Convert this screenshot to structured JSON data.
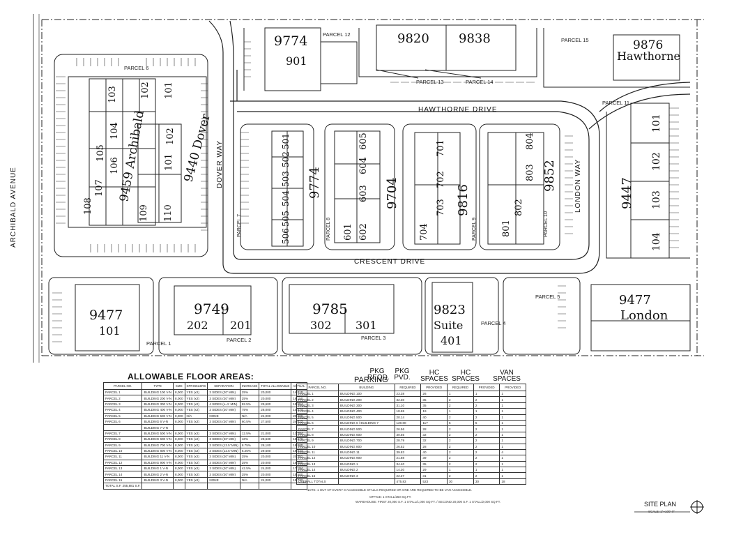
{
  "streets": {
    "archibald": "ARCHIBALD AVENUE",
    "hawthorne": "HAWTHORNE DRIVE",
    "crescent": "CRESCENT DRIVE",
    "dover": "DOVER WAY",
    "london": "LONDON WAY"
  },
  "parcels": {
    "p1": "PARCEL 1",
    "p2": "PARCEL 2",
    "p3": "PARCEL 3",
    "p4": "PARCEL 4",
    "p5": "PARCEL 5",
    "p6": "PARCEL 6",
    "p7": "PARCEL 7",
    "p8": "PARCEL 8",
    "p9": "PARCEL 9",
    "p10": "PARCEL 10",
    "p11": "PARCEL 11",
    "p12": "PARCEL 12",
    "p13": "PARCEL 13",
    "p14": "PARCEL 14",
    "p15": "PARCEL 15"
  },
  "handwritten": {
    "b9774_top": "9774",
    "b901": "901",
    "b9820": "9820",
    "b9838": "9838",
    "b9876": "9876",
    "hawthorne": "Hawthorne",
    "a9459": "9459 Archibald",
    "d9440": "9440 Dover",
    "u103": "103",
    "u102": "102",
    "u101": "101",
    "u104": "104",
    "u105": "105",
    "u106": "106",
    "u107": "107",
    "u108": "108",
    "u109": "109",
    "u110": "110",
    "d102": "102",
    "d101": "101",
    "b9774": "9774",
    "b9704": "9704",
    "b9816": "9816",
    "b9852": "9852",
    "b9447": "9447",
    "u501": "501",
    "u502": "502",
    "u503": "503",
    "u504": "504",
    "u505": "505",
    "u506": "506",
    "u601": "601",
    "u602": "602",
    "u603": "603",
    "u604": "604",
    "u605": "605",
    "u701": "701",
    "u702": "702",
    "u703": "703",
    "u704": "704",
    "u801": "801",
    "u802": "802",
    "u803": "803",
    "u804": "804",
    "l101": "101",
    "l102": "102",
    "l103": "103",
    "l104": "104",
    "b9477a": "9477",
    "b9477a_unit": "101",
    "b9749": "9749",
    "u202": "202",
    "u201": "201",
    "b9785": "9785",
    "u302": "302",
    "u301": "301",
    "b9823": "9823",
    "suite": "Suite",
    "u401": "401",
    "b9477b": "9477",
    "london": "London"
  },
  "floor_areas": {
    "title": "ALLOWABLE FLOOR AREAS:",
    "headers": [
      "PARCEL NO.",
      "TYPE",
      "SIZE",
      "SPRINKLERS",
      "SEPARATION",
      "INCREASE",
      "TOTAL ALLOWABLE",
      "ACTUAL"
    ],
    "rows": [
      [
        "PARCEL 1",
        "BUILDING 100 V-N",
        "8,000",
        "YES (x2)",
        "3 SIDES (20' MIN)",
        "25%",
        "20,000",
        "14,010"
      ],
      [
        "PARCEL 2",
        "BUILDING 200 V-N",
        "8,000",
        "YES (x2)",
        "3 SIDES (20' MIN)",
        "25%",
        "20,000",
        "16,150"
      ],
      [
        "PARCEL 3",
        "BUILDING 300 V-N",
        "8,000",
        "YES (x2)",
        "4 SIDES (x=1' MIN)",
        "82.5%",
        "29,600",
        "15,554"
      ],
      [
        "PARCEL 4",
        "BUILDING 400 V-N",
        "8,000",
        "YES (x2)",
        "3 SIDES (20' MIN)",
        "75%",
        "28,000",
        "10,574"
      ],
      [
        "PARCEL 5",
        "BUILDING 500 V-N",
        "8,000",
        "N/A",
        "NONE",
        "N/A",
        "24,000",
        "20,400"
      ],
      [
        "PARCEL 6",
        "BUILDING 6 V-N",
        "8,000",
        "YES (x2)",
        "3 SIDES (20' MIN)",
        "60.5%",
        "27,500",
        "24,012"
      ],
      [
        "",
        "BUILDING 7 V-N",
        "",
        "",
        "",
        "",
        "",
        ""
      ],
      [
        "PARCEL 7",
        "BUILDING 500 V-N",
        "8,000",
        "YES (x2)",
        "3 SIDES (20' MIN)",
        "12.5%",
        "21,000",
        "13,284"
      ],
      [
        "PARCEL 8",
        "BUILDING 600 V-N",
        "8,000",
        "YES (x2)",
        "3 SIDES (20' MIN)",
        "16%",
        "28,630",
        "15,270"
      ],
      [
        "PARCEL 9",
        "BUILDING 700 V-N",
        "8,000",
        "YES (x2)",
        "3 SIDES (13.5' MIN)",
        "8.75%",
        "28,100",
        "18,660"
      ],
      [
        "PARCEL 10",
        "BUILDING 800 V-N",
        "8,000",
        "YES (x2)",
        "3 SIDES (12.5' MIN)",
        "6.25%",
        "29,600",
        "16,044"
      ],
      [
        "PARCEL 11",
        "BUILDING 11 V-N",
        "8,000",
        "YES (x2)",
        "3 SIDES (20' MIN)",
        "25%",
        "20,000",
        "20,351"
      ],
      [
        "PARCEL 12",
        "BUILDING 900 V-N",
        "8,000",
        "YES (x2)",
        "3 SIDES (20' MIN)",
        "25%",
        "20,000",
        "15,050"
      ],
      [
        "PARCEL 13",
        "BUILDING 1 V-N",
        "8,000",
        "YES (x2)",
        "3 SIDES (20' MIN)",
        "42.5%",
        "24,000",
        "17,194"
      ],
      [
        "PARCEL 14",
        "BUILDING 2 V-N",
        "8,000",
        "YES (x2)",
        "3 SIDES (20' MIN)",
        "25%",
        "20,000",
        "15,500"
      ],
      [
        "PARCEL 15",
        "BUILDING 3 V-N",
        "8,000",
        "YES (x2)",
        "NONE",
        "N/A",
        "24,000",
        "19,732"
      ],
      [
        "TOTAL S.F. 255,881 S.F.",
        "",
        "",
        "",
        "",
        "",
        "",
        ""
      ]
    ]
  },
  "parking": {
    "head_parking": "PARKING",
    "head_reqd": "PKG REQD.",
    "head_pvd": "PKG PVD.",
    "head_hc1": "HC SPACES",
    "head_hc2": "HC SPACES",
    "head_van": "VAN SPACES",
    "headers": [
      "PARCEL NO.",
      "BUILDING",
      "REQUIRED",
      "PROVIDED",
      "REQUIRED",
      "PROVIDED",
      "PROVIDED"
    ],
    "rows": [
      [
        "PARCEL 1",
        "BUILDING 100",
        "23.38",
        "26",
        "1",
        "1",
        "1"
      ],
      [
        "PARCEL 2",
        "BUILDING 200",
        "32.30",
        "35",
        "2",
        "2",
        "1"
      ],
      [
        "PARCEL 3",
        "BUILDING 300",
        "31.10",
        "35",
        "2",
        "2",
        "1"
      ],
      [
        "PARCEL 4",
        "BUILDING 400",
        "18.65",
        "19",
        "1",
        "1",
        "1"
      ],
      [
        "PARCEL 5",
        "BUILDING 500",
        "20.14",
        "40",
        "2",
        "2",
        "1"
      ],
      [
        "PARCEL 6",
        "BUILDING 6 / BUILDING 7",
        "120.00",
        "117",
        "5",
        "5",
        "1"
      ],
      [
        "PARCEL 7",
        "BUILDING 500",
        "26.56",
        "28",
        "2",
        "2",
        "1"
      ],
      [
        "PARCEL 8",
        "BUILDING 600",
        "30.55",
        "32",
        "2",
        "2",
        "1"
      ],
      [
        "PARCEL 9",
        "BUILDING 700",
        "28.79",
        "32",
        "2",
        "2",
        "1"
      ],
      [
        "PARCEL 10",
        "BUILDING 800",
        "26.52",
        "28",
        "2",
        "2",
        "1"
      ],
      [
        "PARCEL 11",
        "BUILDING 11",
        "39.83",
        "40",
        "2",
        "2",
        "4"
      ],
      [
        "PARCEL 12",
        "BUILDING 900",
        "21.88",
        "39",
        "2",
        "2",
        "1"
      ],
      [
        "PARCEL 13",
        "BUILDING 1",
        "34.40",
        "35",
        "2",
        "2",
        "1"
      ],
      [
        "PARCEL 14",
        "BUILDING 2",
        "14.30",
        "29",
        "1",
        "1",
        "1"
      ],
      [
        "PARCEL 15",
        "BUILDING 3",
        "22.27",
        "31",
        "2",
        "2",
        "1"
      ],
      [
        "OVERALL TOTALS",
        "",
        "475.83",
        "523",
        "30",
        "30",
        "18"
      ]
    ],
    "note": "NOTE: 1 OUT OF EVERY 8 ACCESSIBLE STALLS REQUIRED OR ONE ARE REQUIRED TO BE VAN ACCESSIBLE.",
    "office": "OFFICE: 1 STALL/250 SQ.FT.",
    "warehouse": "WAREHOUSE: FIRST 20,000 S.F. 1 STALL/1,000 SQ.FT. / SECOND 20,000 S.F. 1 STALL/2,000 SQ.FT."
  },
  "title_block": {
    "title": "SITE PLAN",
    "scale": "SCALE: 1\"=100'-0\""
  },
  "colors": {
    "ink": "#111111",
    "paper": "#ffffff"
  }
}
